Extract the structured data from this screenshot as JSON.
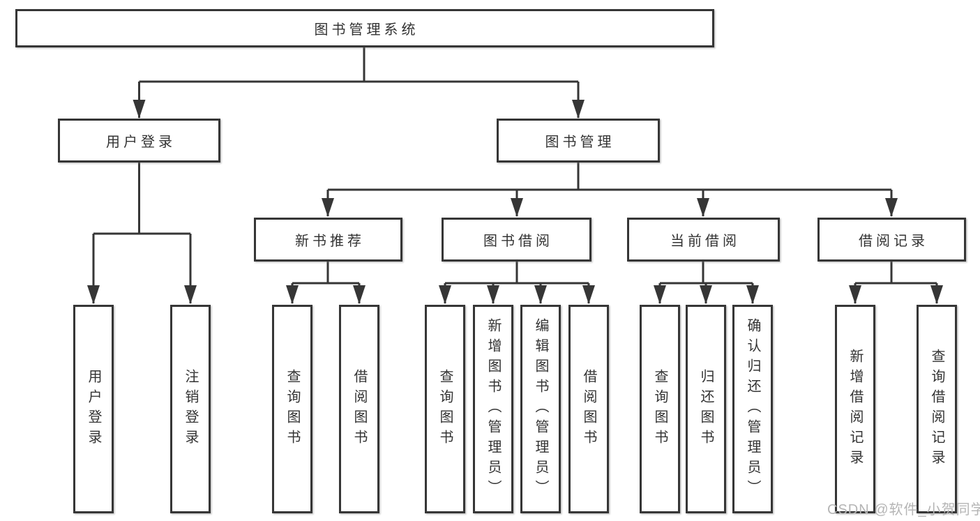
{
  "diagram_title": "图书管理系统",
  "watermark": "CSDN @软件_小贺同学",
  "colors": {
    "line": "#363636",
    "box_border": "#363636",
    "text": "#333333",
    "background": "#ffffff",
    "watermark": "#b5b5b5"
  },
  "tree": {
    "label": "图书管理系统",
    "children": [
      {
        "label": "用户登录",
        "children": [
          {
            "label": "用户登录"
          },
          {
            "label": "注销登录"
          }
        ]
      },
      {
        "label": "图书管理",
        "children": [
          {
            "label": "新书推荐",
            "children": [
              {
                "label": "查询图书"
              },
              {
                "label": "借阅图书"
              }
            ]
          },
          {
            "label": "图书借阅",
            "children": [
              {
                "label": "查询图书"
              },
              {
                "label": "新增图书（管理员）"
              },
              {
                "label": "编辑图书（管理员）"
              },
              {
                "label": "借阅图书"
              }
            ]
          },
          {
            "label": "当前借阅",
            "children": [
              {
                "label": "查询图书"
              },
              {
                "label": "归还图书"
              },
              {
                "label": "确认归还（管理员）"
              }
            ]
          },
          {
            "label": "借阅记录",
            "children": [
              {
                "label": "新增借阅记录"
              },
              {
                "label": "查询借阅记录"
              }
            ]
          }
        ]
      }
    ]
  }
}
